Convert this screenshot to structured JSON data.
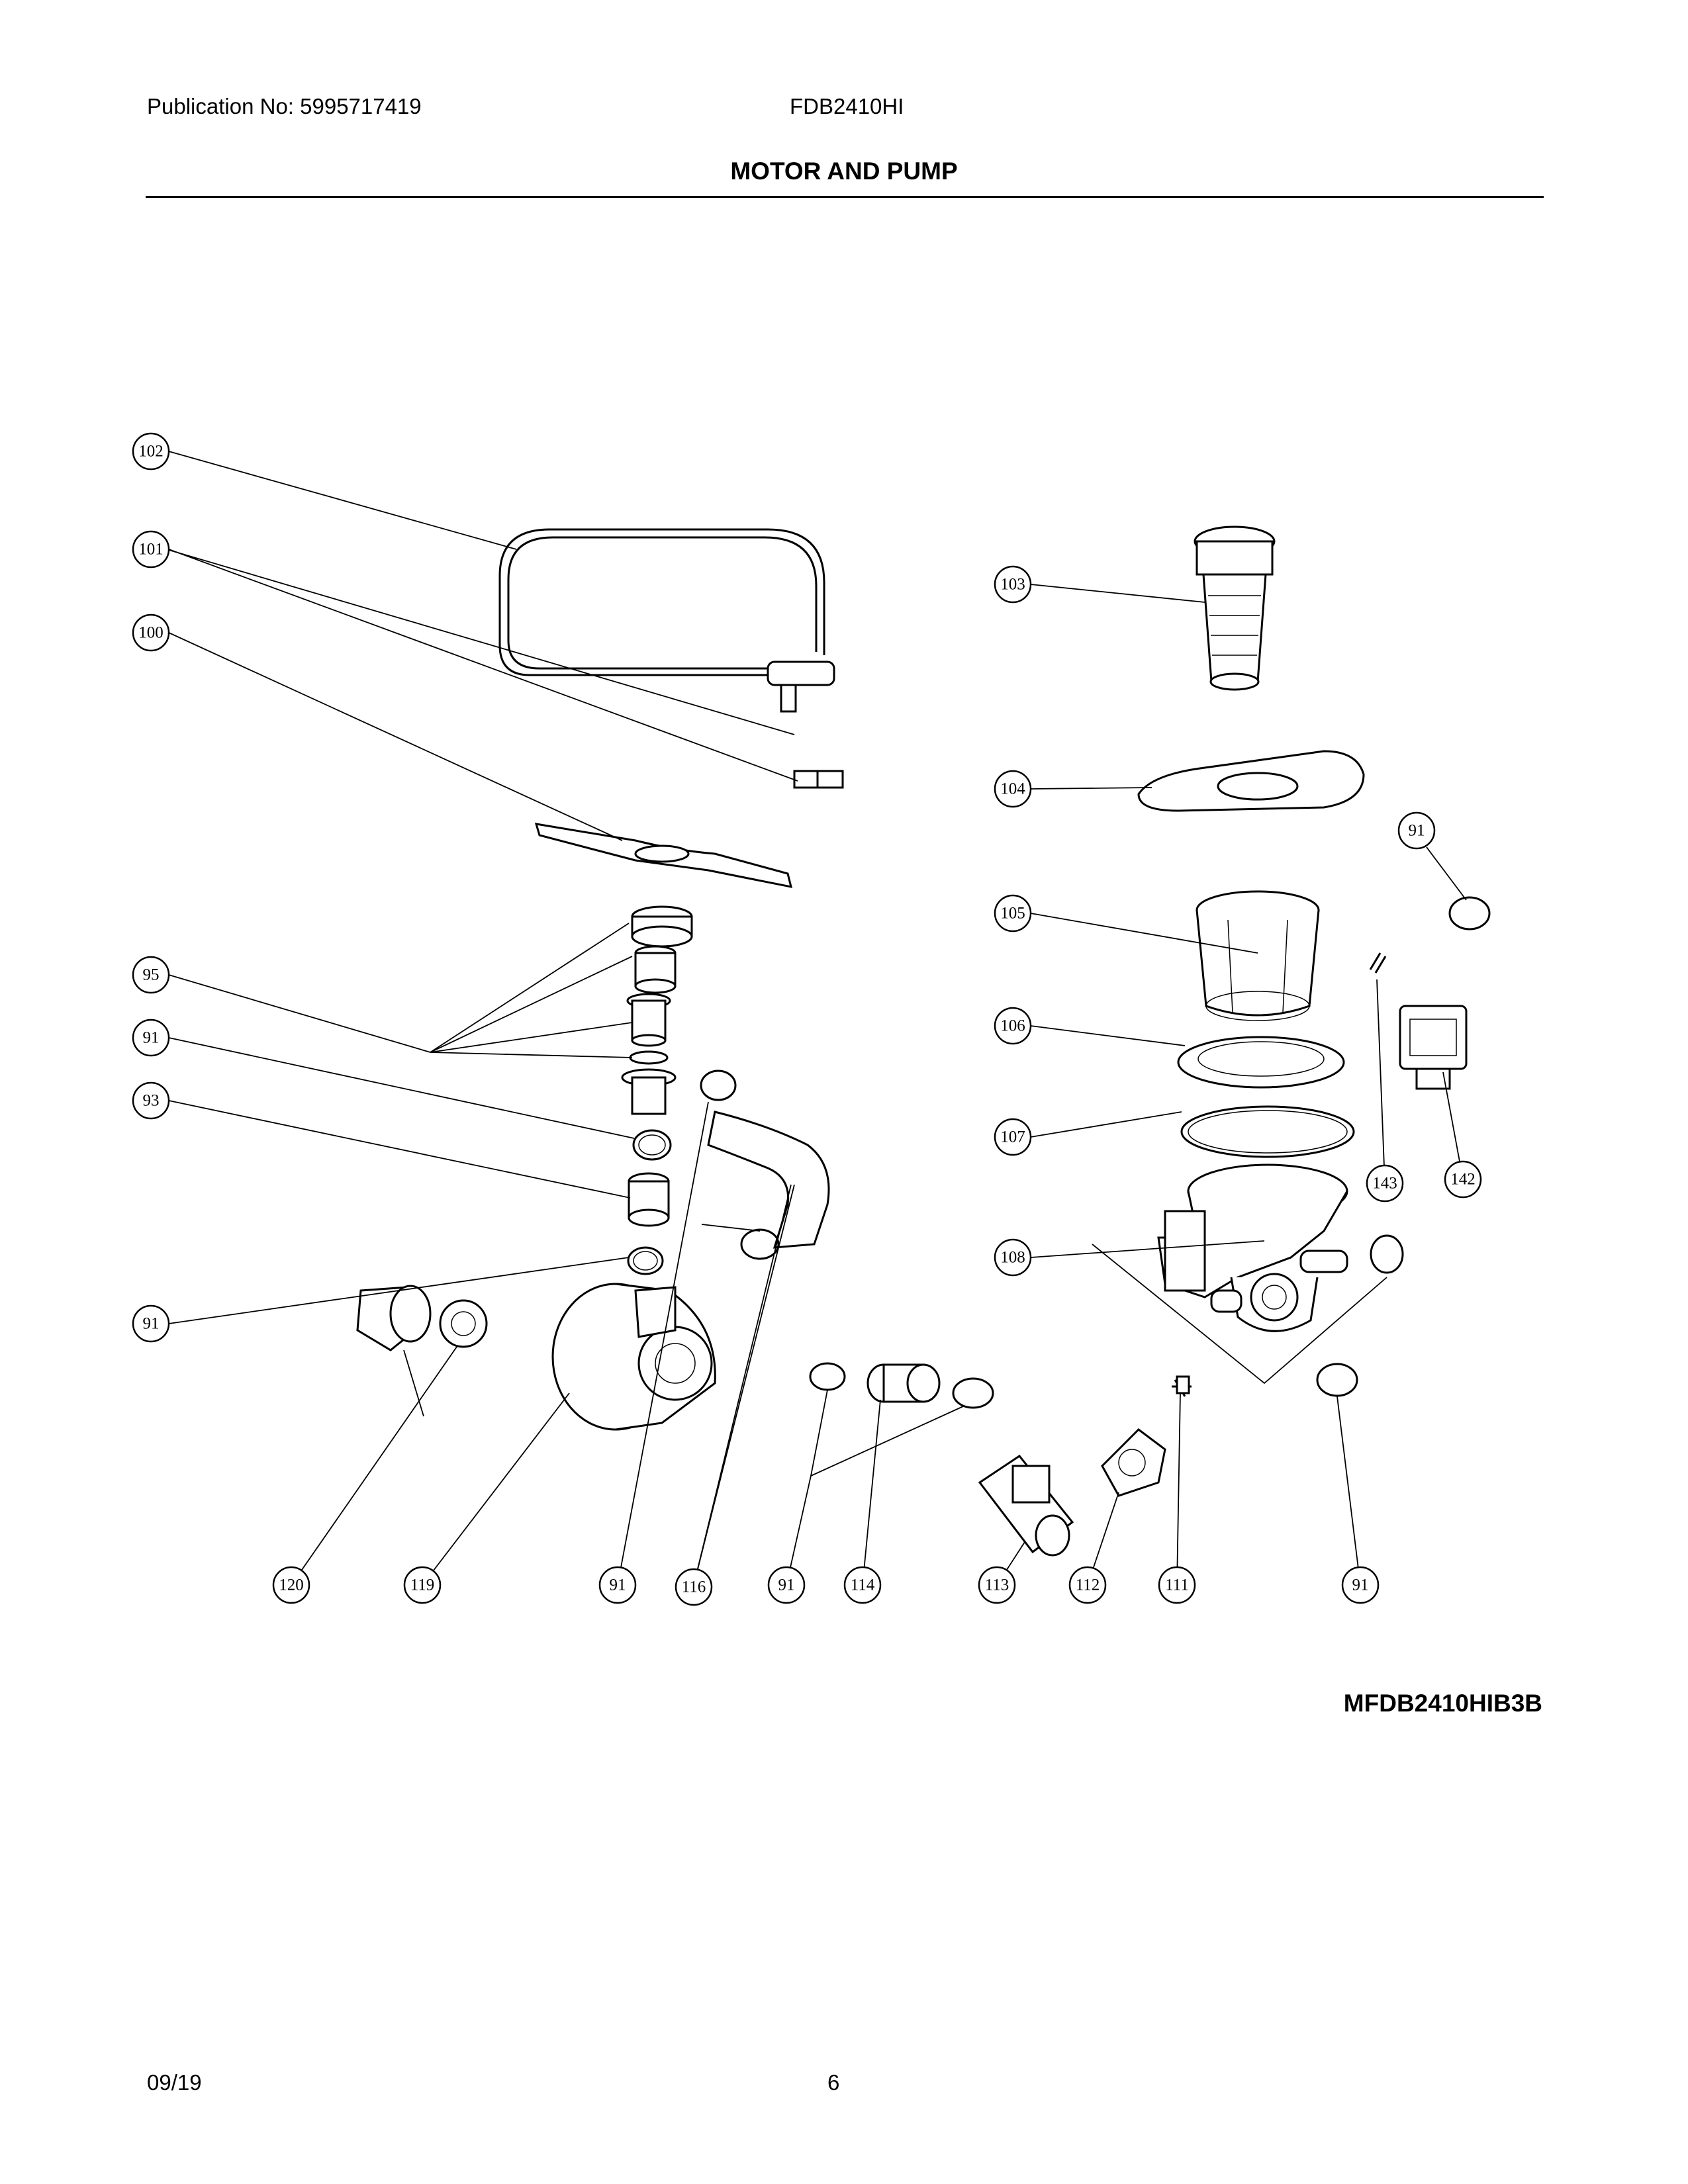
{
  "header": {
    "publication": "Publication No: 5995717419",
    "model": "FDB2410HI",
    "title": "MOTOR AND PUMP"
  },
  "diagram": {
    "callouts": [
      {
        "label": "102",
        "name": "callout-102"
      },
      {
        "label": "101",
        "name": "callout-101"
      },
      {
        "label": "100",
        "name": "callout-100"
      },
      {
        "label": "103",
        "name": "callout-103"
      },
      {
        "label": "104",
        "name": "callout-104"
      },
      {
        "label": "91",
        "name": "callout-91-right-top"
      },
      {
        "label": "105",
        "name": "callout-105"
      },
      {
        "label": "95",
        "name": "callout-95"
      },
      {
        "label": "106",
        "name": "callout-106"
      },
      {
        "label": "91",
        "name": "callout-91-left-upper"
      },
      {
        "label": "93",
        "name": "callout-93"
      },
      {
        "label": "107",
        "name": "callout-107"
      },
      {
        "label": "143",
        "name": "callout-143"
      },
      {
        "label": "142",
        "name": "callout-142"
      },
      {
        "label": "108",
        "name": "callout-108"
      },
      {
        "label": "91",
        "name": "callout-91-left-lower"
      },
      {
        "label": "120",
        "name": "callout-120"
      },
      {
        "label": "119",
        "name": "callout-119"
      },
      {
        "label": "91",
        "name": "callout-91-bottom-a"
      },
      {
        "label": "116",
        "name": "callout-116"
      },
      {
        "label": "91",
        "name": "callout-91-bottom-b"
      },
      {
        "label": "114",
        "name": "callout-114"
      },
      {
        "label": "113",
        "name": "callout-113"
      },
      {
        "label": "112",
        "name": "callout-112"
      },
      {
        "label": "111",
        "name": "callout-111"
      },
      {
        "label": "91",
        "name": "callout-91-bottom-c"
      }
    ]
  },
  "footer": {
    "diagram_code": "MFDB2410HIB3B",
    "date": "09/19",
    "page_number": "6"
  }
}
